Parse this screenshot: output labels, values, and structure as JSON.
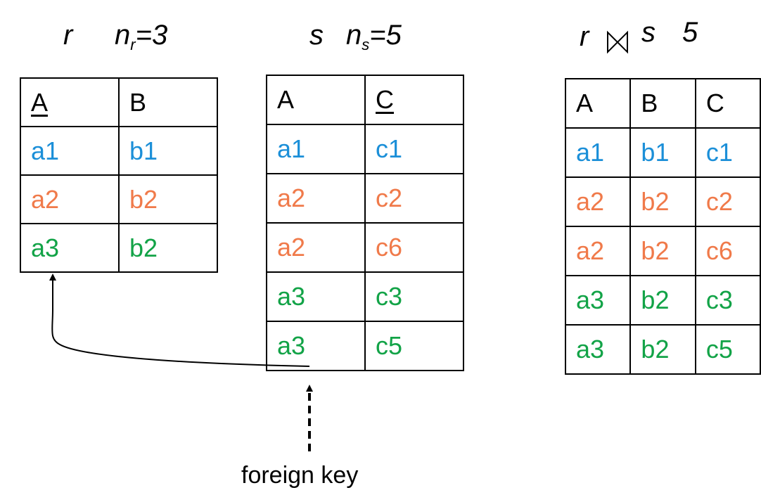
{
  "colors": {
    "blue": "#1b8fd8",
    "orange": "#f07a4a",
    "green": "#12a347",
    "black": "#000000"
  },
  "titles": {
    "r": {
      "name": "r",
      "n_base": "n",
      "n_sub": "r",
      "n_value": "=3"
    },
    "s": {
      "name": "s",
      "n_base": "n",
      "n_sub": "s",
      "n_value": "=5"
    },
    "join": {
      "left": "r",
      "right": "s",
      "count": "5",
      "operator_icon": "natural-join-bowtie-icon"
    }
  },
  "relations": {
    "r": {
      "headers": [
        "A",
        "B"
      ],
      "key_column": 0,
      "rows": [
        {
          "color": "blue",
          "cells": [
            "a1",
            "b1"
          ]
        },
        {
          "color": "orange",
          "cells": [
            "a2",
            "b2"
          ]
        },
        {
          "color": "green",
          "cells": [
            "a3",
            "b2"
          ]
        }
      ]
    },
    "s": {
      "headers": [
        "A",
        "C"
      ],
      "key_column": 1,
      "rows": [
        {
          "color": "blue",
          "cells": [
            "a1",
            "c1"
          ]
        },
        {
          "color": "orange",
          "cells": [
            "a2",
            "c2"
          ]
        },
        {
          "color": "orange",
          "cells": [
            "a2",
            "c6"
          ]
        },
        {
          "color": "green",
          "cells": [
            "a3",
            "c3"
          ]
        },
        {
          "color": "green",
          "cells": [
            "a3",
            "c5"
          ]
        }
      ]
    },
    "join": {
      "headers": [
        "A",
        "B",
        "C"
      ],
      "key_column": -1,
      "rows": [
        {
          "color": "blue",
          "cells": [
            "a1",
            "b1",
            "c1"
          ]
        },
        {
          "color": "orange",
          "cells": [
            "a2",
            "b2",
            "c2"
          ]
        },
        {
          "color": "orange",
          "cells": [
            "a2",
            "b2",
            "c6"
          ]
        },
        {
          "color": "green",
          "cells": [
            "a3",
            "b2",
            "c3"
          ]
        },
        {
          "color": "green",
          "cells": [
            "a3",
            "b2",
            "c5"
          ]
        }
      ]
    }
  },
  "annotation": {
    "foreign_key_label": "foreign key"
  }
}
